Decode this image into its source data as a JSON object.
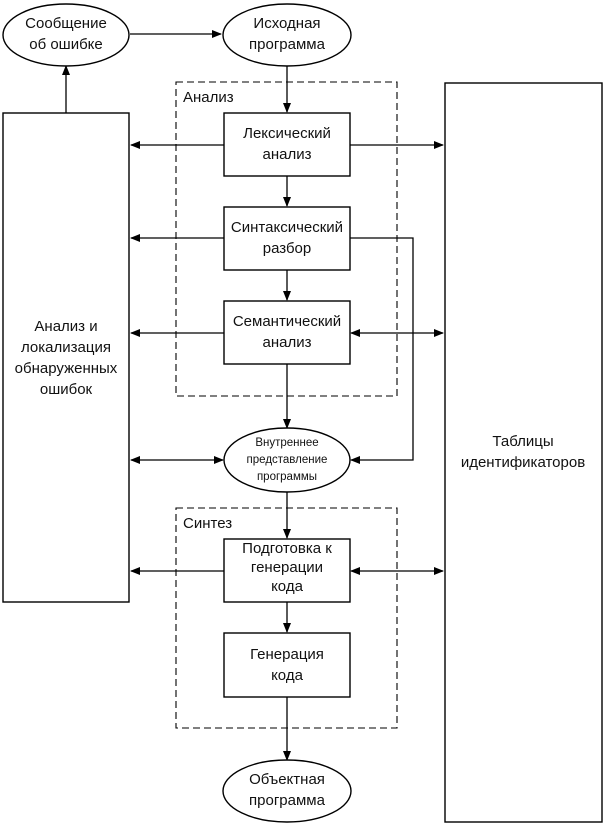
{
  "nodes": {
    "error_message": [
      "Сообщение",
      "об ошибке"
    ],
    "source_program": [
      "Исходная",
      "программа"
    ],
    "lexical": [
      "Лексический",
      "анализ"
    ],
    "syntax": [
      "Синтаксический",
      "разбор"
    ],
    "semantic": [
      "Семантический",
      "анализ"
    ],
    "internal_repr": [
      "Внутреннее",
      "представление",
      "программы"
    ],
    "code_prep": [
      "Подготовка к",
      "генерации",
      "кода"
    ],
    "code_gen": [
      "Генерация",
      "кода"
    ],
    "object_program": [
      "Объектная",
      "программа"
    ],
    "error_analysis": [
      "Анализ и",
      "локализация",
      "обнаруженных",
      "ошибок"
    ],
    "id_tables": [
      "Таблицы",
      "идентификаторов"
    ]
  },
  "groups": {
    "analysis": "Анализ",
    "synthesis": "Синтез"
  }
}
